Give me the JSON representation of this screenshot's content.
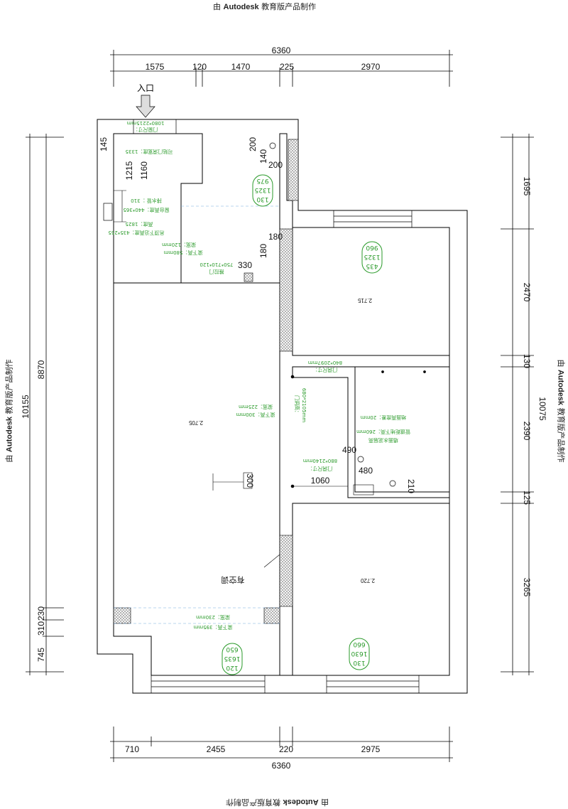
{
  "watermark": {
    "prefix": "由",
    "brand": "Autodesk",
    "suffix": "教育版产品制作"
  },
  "entrance_label": "入口",
  "dimensions": {
    "top_total": "6360",
    "top_segments": [
      "1575",
      "120",
      "1470",
      "225",
      "2970"
    ],
    "bottom_total": "6360",
    "bottom_segments": [
      "710",
      "2455",
      "220",
      "2975"
    ],
    "left_outer": "10155",
    "left_inner": "8870",
    "left_small": [
      "145",
      "230",
      "310",
      "745"
    ],
    "right_outer": "10075",
    "right_segments": [
      "1695",
      "2470",
      "130",
      "2390",
      "125",
      "3265"
    ],
    "interior": [
      "200",
      "140",
      "200",
      "1160",
      "1215",
      "180",
      "180",
      "330",
      "490",
      "480",
      "210",
      "1060",
      "300"
    ]
  },
  "room_heights": [
    "2.715",
    "2.705",
    "2.720"
  ],
  "window_tags": [
    [
      "130",
      "1325",
      "975"
    ],
    [
      "435",
      "1325",
      "960"
    ],
    [
      "120",
      "1635",
      "650"
    ],
    [
      "130",
      "1630",
      "660"
    ]
  ],
  "notes": {
    "entry_door": [
      "1080*2215mm",
      "门窗尺寸："
    ],
    "corridor": [
      "可贴门洞宽度：1335"
    ],
    "kitchen_side": [
      "排水管 ：310",
      "窗台高度：440*365",
      "高度：1825",
      "吊顶下沿高度：435*255"
    ],
    "kitchen_beam": [
      "梁宽：120mm",
      "梁下高：580mm"
    ],
    "kitchen_door": [
      "750*710*120",
      "推拉门"
    ],
    "bedroom1_door": [
      "840*2097mm",
      "门洞尺寸："
    ],
    "living_beam": [
      "梁宽：225mm",
      "梁下高：300mm"
    ],
    "bath_door": [
      "680*2105mm",
      "门洞高："
    ],
    "bath_notes": [
      "地面高度差：20mm",
      "管道距地下高：260mm",
      "墙面水泥层高"
    ],
    "bedroom2_door": [
      "880*2140mm",
      "门洞尺寸："
    ],
    "balcony_beam": [
      "梁宽：230mm",
      "梁下高：395mm"
    ],
    "ac_label": "有空调"
  }
}
